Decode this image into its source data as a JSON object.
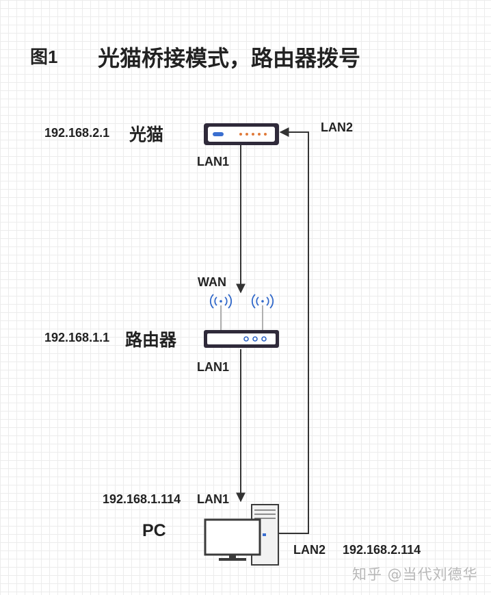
{
  "figure_label": "图1",
  "title": "光猫桥接模式，路由器拨号",
  "modem": {
    "ip": "192.168.2.1",
    "name": "光猫",
    "port_lan1": "LAN1",
    "port_lan2": "LAN2"
  },
  "router": {
    "ip": "192.168.1.1",
    "name": "路由器",
    "port_wan": "WAN",
    "port_lan1": "LAN1"
  },
  "pc": {
    "name": "PC",
    "ip_lan1": "192.168.1.114",
    "port_lan1": "LAN1",
    "port_lan2": "LAN2",
    "ip_lan2": "192.168.2.114"
  },
  "watermark": "知乎 @当代刘德华",
  "colors": {
    "line": "#333333",
    "device_dark": "#2f2a3a",
    "modem_led_blue": "#3a6fd0",
    "modem_led_orange": "#e07a3a",
    "router_led_blue": "#2e63c4",
    "wifi_blue": "#2f67c9",
    "monitor_border": "#3b3b3b",
    "tower_fill": "#f2f2f2"
  },
  "icons": [
    "modem-icon",
    "router-icon",
    "wifi-signal-icon",
    "pc-monitor-icon",
    "pc-tower-icon"
  ]
}
